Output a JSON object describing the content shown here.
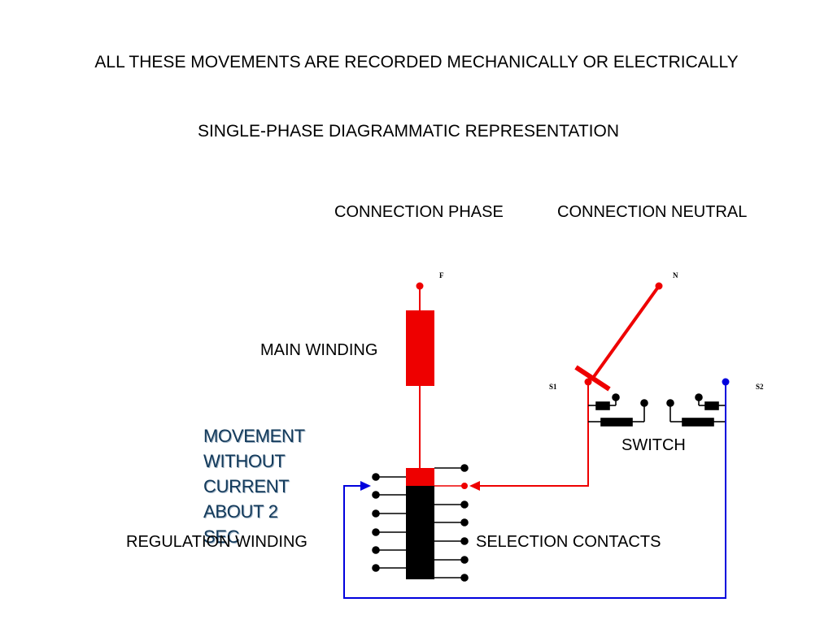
{
  "title": "ALL THESE MOVEMENTS ARE RECORDED MECHANICALLY OR ELECTRICALLY",
  "subtitle": "SINGLE-PHASE DIAGRAMMATIC REPRESENTATION",
  "labels": {
    "connection_phase": "CONNECTION PHASE",
    "connection_neutral": "CONNECTION NEUTRAL",
    "main_winding": "MAIN WINDING",
    "switch": "SWITCH",
    "regulation_winding": "REGULATION WINDING",
    "selection_contacts": "SELECTION CONTACTS",
    "terminal_f": "F",
    "terminal_n": "N",
    "terminal_s1": "S1",
    "terminal_s2": "S2"
  },
  "note": {
    "lines": [
      "MOVEMENT",
      "WITHOUT",
      "CURRENT",
      "ABOUT 2",
      "SEC"
    ]
  },
  "colors": {
    "phase": "#ee0000",
    "neutral": "#0000dd",
    "winding": "#000000",
    "note_text": "#12395a"
  }
}
